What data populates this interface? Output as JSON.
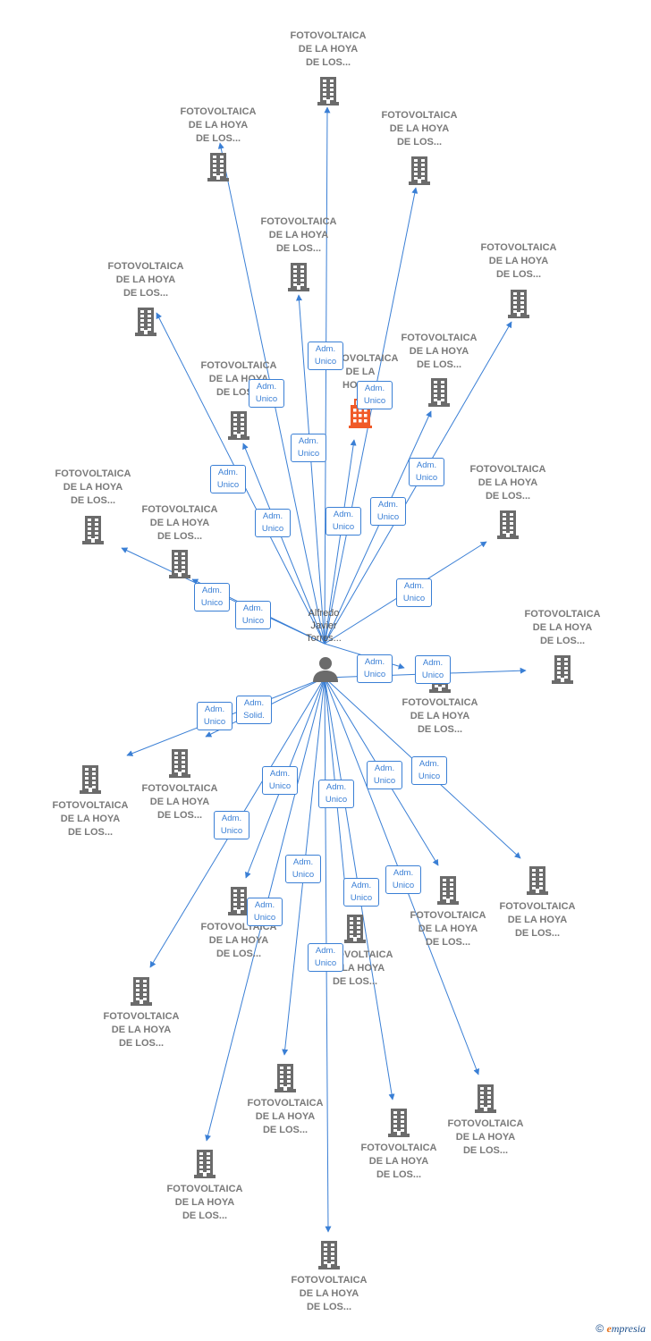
{
  "person": {
    "name": "Alfredo\nJavier\nTorres..."
  },
  "nodes": [
    {
      "label": "FOTOVOLTAICA\nDE LA HOYA\nDE LOS..."
    },
    {
      "label": "FOTOVOLTAICA\nDE LA HOYA\nDE LOS..."
    },
    {
      "label": "FOTOVOLTAICA\nDE LA HOYA\nDE LOS..."
    },
    {
      "label": "FOTOVOLTAICA\nDE LA HOYA\nDE LOS..."
    },
    {
      "label": "FOTOVOLTAICA\nDE LA HOYA\nDE LOS..."
    },
    {
      "label": "FOTOVOLTAICA\nDE LA HOYA\nDE LOS..."
    },
    {
      "label": "FOTOVOLTAICA\nDE LA HOYA\nDE LOS..."
    },
    {
      "label": "FOTOVOLTAICA\nDE LA\nHOYA..."
    },
    {
      "label": "FOTOVOLTAICA\nDE LA HOYA\nDE LOS..."
    },
    {
      "label": "FOTOVOLTAICA\nDE LA HOYA\nDE LOS..."
    },
    {
      "label": "FOTOVOLTAICA\nDE LA HOYA\nDE LOS..."
    },
    {
      "label": "FOTOVOLTAICA\nDE LA HOYA\nDE LOS..."
    },
    {
      "label": "FOTOVOLTAICA\nDE LA HOYA\nDE LOS..."
    },
    {
      "label": "FOTOVOLTAICA\nDE LA HOYA\nDE LOS..."
    },
    {
      "label": "FOTOVOLTAICA\nDE LA HOYA\nDE LOS..."
    },
    {
      "label": "FOTOVOLTAICA\nDE LA HOYA\nDE LOS..."
    },
    {
      "label": "FOTOVOLTAICA\nDE LA HOYA\nDE LOS..."
    },
    {
      "label": "FOTOVOLTAICA\nDE LA HOYA\nDE LOS..."
    },
    {
      "label": "FOTOVOLTAICA\nDE LA HOYA\nDE LOS..."
    },
    {
      "label": "FOTOVOLTAICA\nDE LA HOYA\nDE LOS..."
    },
    {
      "label": "FOTOVOLTAICA\nDE LA HOYA\nDE LOS..."
    },
    {
      "label": "FOTOVOLTAICA\nDE LA HOYA\nDE LOS..."
    },
    {
      "label": "FOTOVOLTAICA\nDE LA HOYA\nDE LOS..."
    },
    {
      "label": "FOTOVOLTAICA\nDE LA HOYA\nDE LOS..."
    },
    {
      "label": "FOTOVOLTAICA\nDE LA HOYA\nDE LOS..."
    },
    {
      "label": "FOTOVOLTAICA\nDE LA HOYA\nDE LOS..."
    },
    {
      "label": "FOTOVOLTAICA\nDE LA HOYA\nDE LOS..."
    }
  ],
  "relations": [
    {
      "label": "Adm.\nUnico"
    },
    {
      "label": "Adm.\nUnico"
    },
    {
      "label": "Adm.\nUnico"
    },
    {
      "label": "Adm.\nUnico"
    },
    {
      "label": "Adm.\nUnico"
    },
    {
      "label": "Adm.\nUnico"
    },
    {
      "label": "Adm.\nUnico"
    },
    {
      "label": "Adm.\nUnico"
    },
    {
      "label": "Adm.\nUnico"
    },
    {
      "label": "Adm.\nUnico"
    },
    {
      "label": "Adm.\nUnico"
    },
    {
      "label": "Adm.\nUnico"
    },
    {
      "label": "Adm.\nUnico"
    },
    {
      "label": "Adm.\nUnico"
    },
    {
      "label": "Adm.\nUnico"
    },
    {
      "label": "Adm.\nSolid."
    },
    {
      "label": "Adm.\nUnico"
    },
    {
      "label": "Adm.\nUnico"
    },
    {
      "label": "Adm.\nUnico"
    },
    {
      "label": "Adm.\nUnico"
    },
    {
      "label": "Adm.\nUnico"
    },
    {
      "label": "Adm.\nUnico"
    },
    {
      "label": "Adm.\nUnico"
    },
    {
      "label": "Adm.\nUnico"
    },
    {
      "label": "Adm.\nUnico"
    },
    {
      "label": "Adm.\nUnico"
    },
    {
      "label": "Adm.\nUnico"
    }
  ],
  "colors": {
    "edge": "#3a7fd5",
    "building": "#6b6b6b",
    "focus_building": "#f05a28",
    "person": "#6b6b6b"
  },
  "footer": {
    "copyright": "©",
    "brand_initial": "e",
    "brand_rest": "mpresia"
  }
}
